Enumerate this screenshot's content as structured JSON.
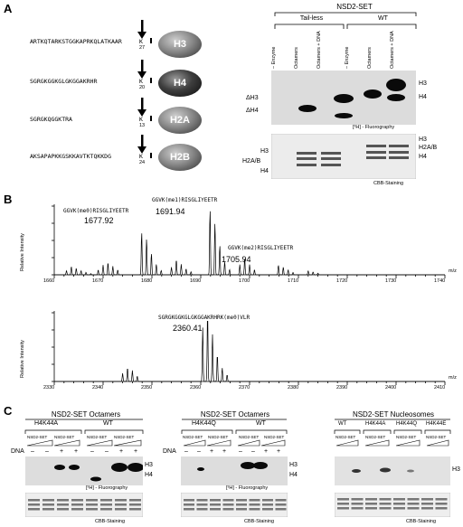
{
  "panel_a": {
    "letter": "A",
    "peptides": [
      {
        "seq": "ARTKQTARKSTGGKAPRKQLATKAAR",
        "residue": "K",
        "num": "27",
        "label": "H3"
      },
      {
        "seq": "SGRGKGGKGLGKGGAKRHR",
        "residue": "K",
        "num": "20",
        "label": "H4"
      },
      {
        "seq": "SGRGKQGGKTRA",
        "residue": "K",
        "num": "13",
        "label": "H2A"
      },
      {
        "seq": "AKSAPAPKKGSKKAVTKTQKKDG",
        "residue": "K",
        "num": "24",
        "label": "H2B"
      }
    ],
    "header": "NSD2-SET",
    "groups": [
      "Tail-less",
      "WT"
    ],
    "lanes": [
      "– Enzyme",
      "Octamers",
      "Octamers + DNA",
      "– Enzyme",
      "Octamers",
      "Octamers + DNA"
    ],
    "fluoro_right": [
      "H3",
      "H4"
    ],
    "fluoro_left": [
      "ΔH3",
      "ΔH4"
    ],
    "fluoro_caption": "[³H] - Fluorography",
    "cbb_right": [
      "H3",
      "H2A/B",
      "H4"
    ],
    "cbb_left": [
      "H3",
      "H2A/B",
      "H4"
    ],
    "cbb_caption": "CBB-Staining"
  },
  "panel_b": {
    "letter": "B",
    "spectrum1": {
      "ylabel": "Relative Intensity",
      "xlabel": "m/z",
      "xticks": [
        "1660",
        "1670",
        "1680",
        "1690",
        "1700",
        "1710",
        "1720",
        "1730",
        "1740"
      ],
      "peaks": [
        {
          "label": "GGVK(me0)RISGLIYEETR",
          "mz": "1677.92"
        },
        {
          "label": "GGVK(me1)RISGLIYEETR",
          "mz": "1691.94"
        },
        {
          "label": "GGVK(me2)RISGLIYEETR",
          "mz": "1705.94"
        }
      ]
    },
    "spectrum2": {
      "ylabel": "Relative Intensity",
      "xlabel": "m/z",
      "xticks": [
        "2330",
        "2340",
        "2350",
        "2360",
        "2370",
        "2380",
        "2390",
        "2400",
        "2410"
      ],
      "peaks": [
        {
          "label": "SGRGKGGKGLGKGGAKRHRK(me0)VLR",
          "mz": "2360.41"
        }
      ]
    }
  },
  "panel_c": {
    "letter": "C",
    "blot1": {
      "title": "NSD2-SET Octamers",
      "groups": [
        "H4K44A",
        "WT"
      ],
      "sub": [
        "NSD2-SET",
        "NSD2-SET",
        "NSD2-SET",
        "NSD2-SET"
      ],
      "dna_label": "DNA",
      "dna": [
        "–",
        "–",
        "+",
        "+",
        "–",
        "–",
        "+",
        "+"
      ],
      "right": [
        "H3",
        "H4"
      ],
      "fluoro_caption": "[³H] - Fluorography",
      "cbb_caption": "CBB-Staining"
    },
    "blot2": {
      "title": "NSD2-SET Octamers",
      "groups": [
        "H4K44Q",
        "WT"
      ],
      "sub": [
        "NSD2-SET",
        "NSD2-SET",
        "NSD2-SET",
        "NSD2-SET"
      ],
      "dna_label": "DNA",
      "dna": [
        "–",
        "–",
        "+",
        "+",
        "–",
        "–",
        "+",
        "+"
      ],
      "right": [
        "H3",
        "H4"
      ],
      "fluoro_caption": "[³H] - Fluorography",
      "cbb_caption": "CBB-Staining"
    },
    "blot3": {
      "title": "NSD2-SET Nucleosomes",
      "groups": [
        "WT",
        "H4K44A",
        "H4K44Q",
        "H4K44E"
      ],
      "sub": [
        "NSD2-SET",
        "NSD2-SET",
        "NSD2-SET",
        "NSD2-SET"
      ],
      "right": [
        "H3"
      ],
      "cbb_caption": "CBB-Staining"
    }
  }
}
